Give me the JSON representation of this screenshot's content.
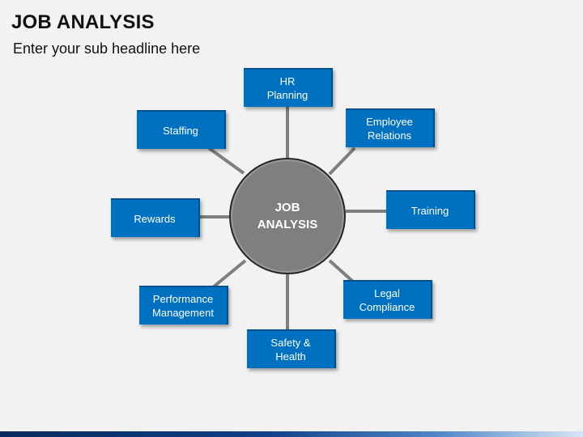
{
  "header": {
    "title": "JOB ANALYSIS",
    "subtitle": "Enter your sub headline here"
  },
  "diagram": {
    "center": "JOB\nANALYSIS",
    "nodes": {
      "hr_planning": "HR\nPlanning",
      "employee_relations": "Employee\nRelations",
      "training": "Training",
      "legal_compliance": "Legal\nCompliance",
      "safety_health": "Safety &\nHealth",
      "performance_management": "Performance\nManagement",
      "rewards": "Rewards",
      "staffing": "Staffing"
    }
  },
  "colors": {
    "box_fill": "#0070c0",
    "hub_fill": "#7f7f7f",
    "connector": "#7f7f7f"
  }
}
